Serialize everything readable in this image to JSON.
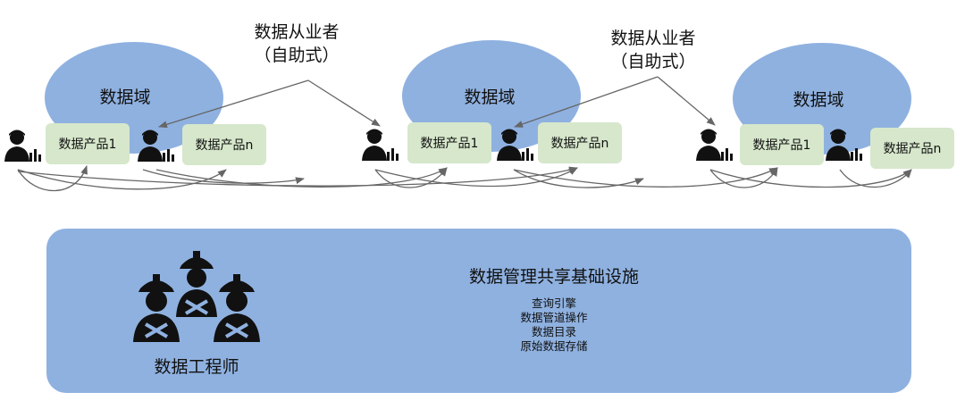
{
  "domains": [
    {
      "label": "数据域"
    },
    {
      "label": "数据域"
    },
    {
      "label": "数据域"
    }
  ],
  "products": [
    {
      "label": "数据产品1"
    },
    {
      "label": "数据产品n"
    },
    {
      "label": "数据产品1"
    },
    {
      "label": "数据产品n"
    },
    {
      "label": "数据产品1"
    },
    {
      "label": "数据产品n"
    }
  ],
  "practitioners": [
    {
      "line1": "数据从业者",
      "line2": "（自助式）"
    },
    {
      "line1": "数据从业者",
      "line2": "（自助式）"
    }
  ],
  "infrastructure": {
    "title": "数据管理共享基础设施",
    "items": [
      "查询引擎",
      "数据管道操作",
      "数据目录",
      "原始数据存储"
    ]
  },
  "engineers": {
    "label": "数据工程师"
  },
  "colors": {
    "domain_fill": "#8fb1e0",
    "product_fill": "#d6e7cb",
    "infra_fill": "#8fb1e0",
    "arrow": "#666666",
    "person": "#111111"
  }
}
